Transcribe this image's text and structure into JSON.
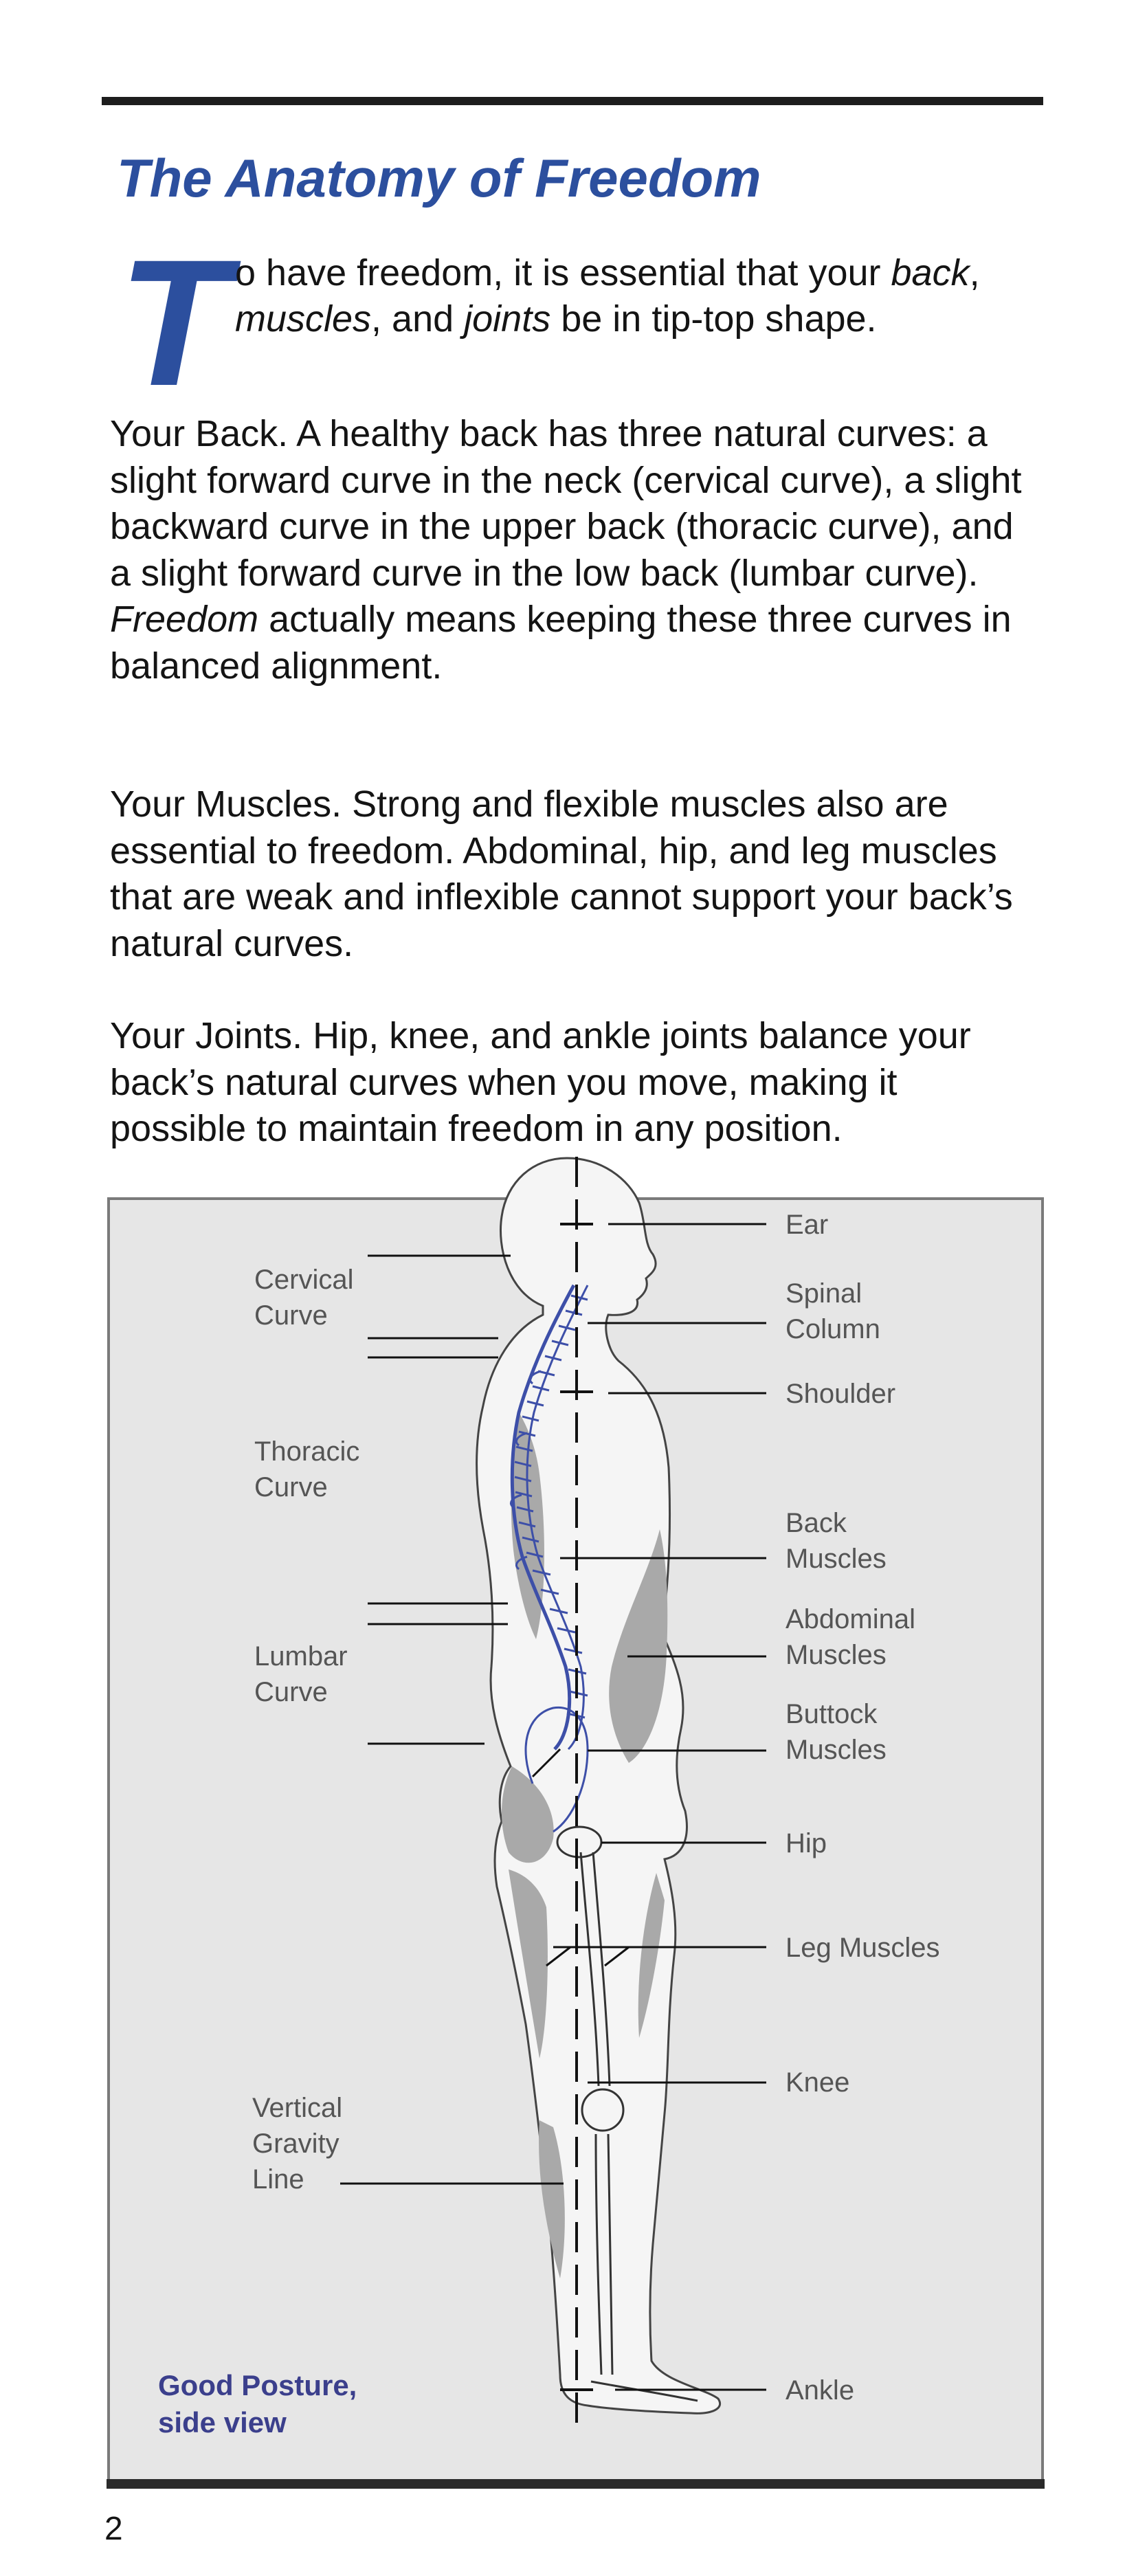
{
  "title": "The Anatomy of Freedom",
  "intro": {
    "drop_cap": "T",
    "parts": [
      "o have freedom, it is essential that your ",
      "back",
      ", ",
      "muscles",
      ", and ",
      "joints",
      " be in tip-top shape."
    ]
  },
  "paragraphs": {
    "back": {
      "before": "Your Back. A healthy back has three natural curves: a slight forward curve in the neck (cervical curve), a slight backward curve in the upper back (thoracic curve), and a slight forward curve in the low back (lumbar curve). ",
      "emphasis": "Freedom",
      "after": " actually means keeping these three curves in balanced alignment."
    },
    "muscles": "Your Muscles. Strong and flexible muscles also are essential to freedom. Abdominal, hip, and leg muscles that are weak and inflexible cannot support your back’s natural curves.",
    "joints": "Your Joints. Hip, knee, and ankle joints balance your back’s natural curves when you move, making it possible to maintain freedom in any position."
  },
  "figure": {
    "left_labels": {
      "cervical": [
        "Cervical",
        "Curve"
      ],
      "thoracic": [
        "Thoracic",
        "Curve"
      ],
      "lumbar": [
        "Lumbar",
        "Curve"
      ],
      "gravity": [
        "Vertical",
        "Gravity",
        "Line"
      ]
    },
    "right_labels": {
      "ear": [
        "Ear"
      ],
      "spinal_column": [
        "Spinal",
        "Column"
      ],
      "shoulder": [
        "Shoulder"
      ],
      "back_muscles": [
        "Back",
        "Muscles"
      ],
      "abdominal_muscles": [
        "Abdominal",
        "Muscles"
      ],
      "buttock_muscles": [
        "Buttock",
        "Muscles"
      ],
      "hip": [
        "Hip"
      ],
      "leg_muscles": [
        "Leg Muscles"
      ],
      "knee": [
        "Knee"
      ],
      "ankle": [
        "Ankle"
      ]
    },
    "caption": [
      "Good Posture,",
      "side view"
    ],
    "colors": {
      "panel": "#e6e6e6",
      "spine": "#3d4fa8",
      "muscle": "#a9a9a9",
      "caption": "#3b3f8c"
    }
  },
  "page_number": "2"
}
